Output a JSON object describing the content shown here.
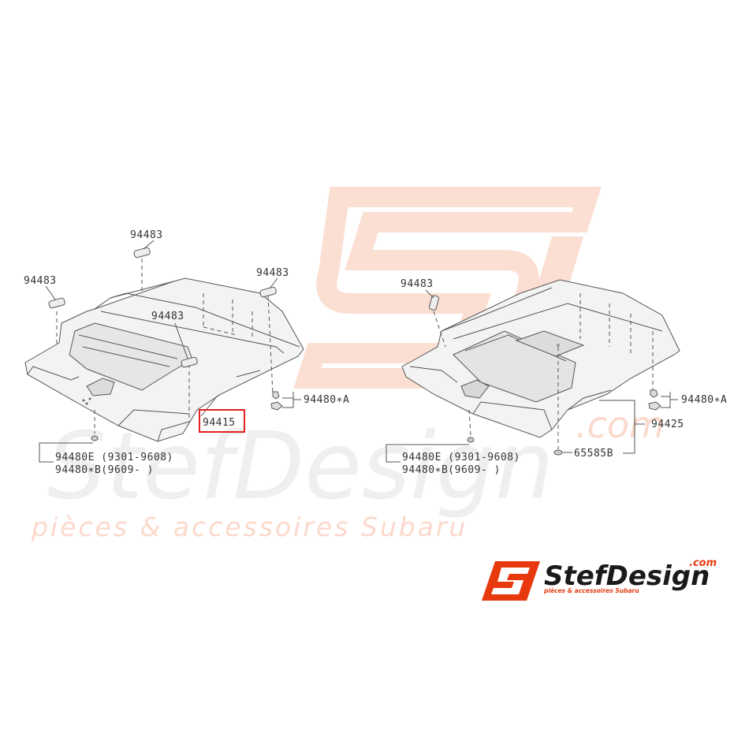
{
  "colors": {
    "accent": "#e8390e",
    "watermark": "#fbd9cc",
    "watermark_grey": "#ececec",
    "line": "#555555",
    "panel_fill": "#f4f4f4",
    "highlight_box": "#e32020"
  },
  "left_diagram": {
    "labels": {
      "clip_top": "94483",
      "clip_left": "94483",
      "clip_right": "94483",
      "clip_mid": "94483",
      "main_part": "94415",
      "fastener_a": "94480∗A",
      "fastener_e": "94480E (9301-9608)",
      "fastener_b": "94480∗B(9609-      )"
    }
  },
  "right_diagram": {
    "labels": {
      "clip": "94483",
      "fastener_a": "94480∗A",
      "main_part": "94425",
      "grommet": "65585B",
      "fastener_e": "94480E (9301-9608)",
      "fastener_b": "94480∗B(9609-      )"
    }
  },
  "watermark": {
    "brand": "StefDesign",
    "dotcom": ".com",
    "tagline": "pièces & accessoires Subaru"
  },
  "logo": {
    "brand": "StefDesign",
    "dotcom": ".com",
    "tagline": "pièces & accessoires Subaru"
  }
}
